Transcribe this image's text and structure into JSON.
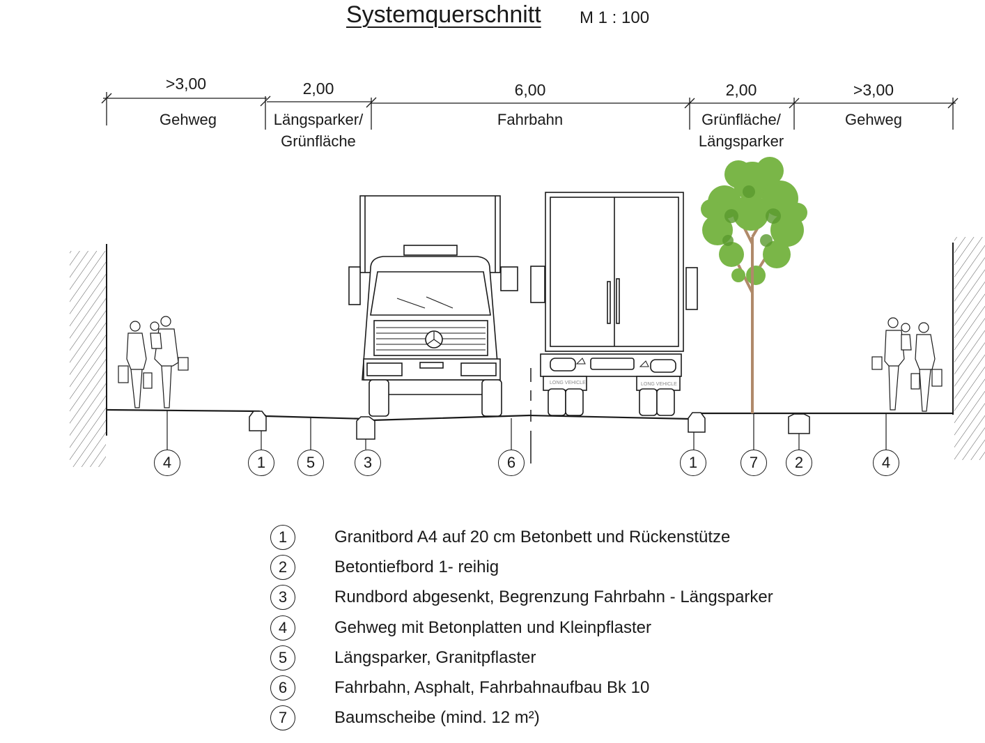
{
  "header": {
    "title": "Systemquerschnitt",
    "scale": "M 1 : 100"
  },
  "dimensions": [
    {
      "value": ">3,00",
      "zone": "Gehweg"
    },
    {
      "value": "2,00",
      "zone": "Längsparker/\nGrünfläche"
    },
    {
      "value": "6,00",
      "zone": "Fahrbahn"
    },
    {
      "value": "2,00",
      "zone": "Grünfläche/\nLängsparker"
    },
    {
      "value": ">3,00",
      "zone": "Gehweg"
    }
  ],
  "markers": [
    "4",
    "1",
    "5",
    "3",
    "6",
    "1",
    "7",
    "2",
    "4"
  ],
  "vehicles": {
    "plate_left": "LONG VEHICLE",
    "plate_right": "LONG VEHICLE"
  },
  "legend": [
    {
      "num": "1",
      "text": "Granitbord A4 auf 20 cm Betonbett und Rückenstütze"
    },
    {
      "num": "2",
      "text": "Betontiefbord 1- reihig"
    },
    {
      "num": "3",
      "text": "Rundbord abgesenkt, Begrenzung Fahrbahn - Längsparker"
    },
    {
      "num": "4",
      "text": "Gehweg mit Betonplatten und Kleinpflaster"
    },
    {
      "num": "5",
      "text": "Längsparker, Granitpflaster"
    },
    {
      "num": "6",
      "text": "Fahrbahn, Asphalt, Fahrbahnaufbau Bk 10"
    },
    {
      "num": "7",
      "text": "Baumscheibe (mind. 12 m²)"
    }
  ],
  "colors": {
    "line": "#1a1a1a",
    "tree_leaf": "#7ab648",
    "tree_leaf_dark": "#5a9a2e",
    "trunk": "#b08a6a"
  }
}
